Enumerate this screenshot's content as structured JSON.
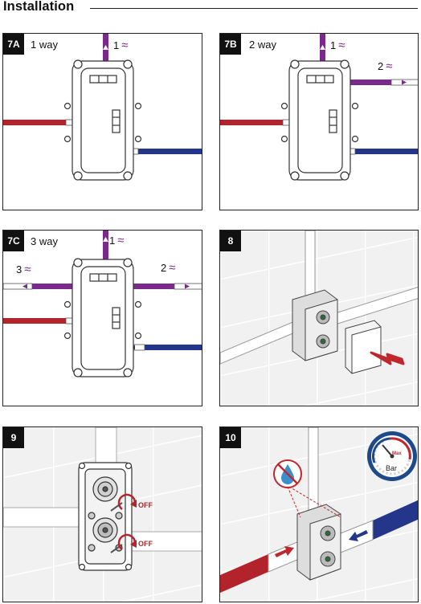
{
  "page": {
    "title": "Installation"
  },
  "colors": {
    "hot": "#b3232b",
    "cold": "#23368a",
    "outlet": "#7a2a8a",
    "off": "#b3252b",
    "gauge": "#1f4a8a"
  },
  "panels": [
    {
      "id": "7A",
      "badge": "7A",
      "label": "1 way",
      "outlets": [
        "1"
      ]
    },
    {
      "id": "7B",
      "badge": "7B",
      "label": "2 way",
      "outlets": [
        "1",
        "2"
      ]
    },
    {
      "id": "7C",
      "badge": "7C",
      "label": "3 way",
      "outlets": [
        "1",
        "2",
        "3"
      ]
    },
    {
      "id": "8",
      "badge": "8"
    },
    {
      "id": "9",
      "badge": "9",
      "valve_labels": [
        "OFF",
        "OFF"
      ]
    },
    {
      "id": "10",
      "badge": "10",
      "gauge": {
        "max_label": "Max",
        "unit_label": "Bar"
      }
    }
  ],
  "icons": [
    "arrow-icon",
    "wave-icon",
    "rotate-arrow-icon",
    "no-water-icon",
    "pressure-gauge-icon"
  ]
}
